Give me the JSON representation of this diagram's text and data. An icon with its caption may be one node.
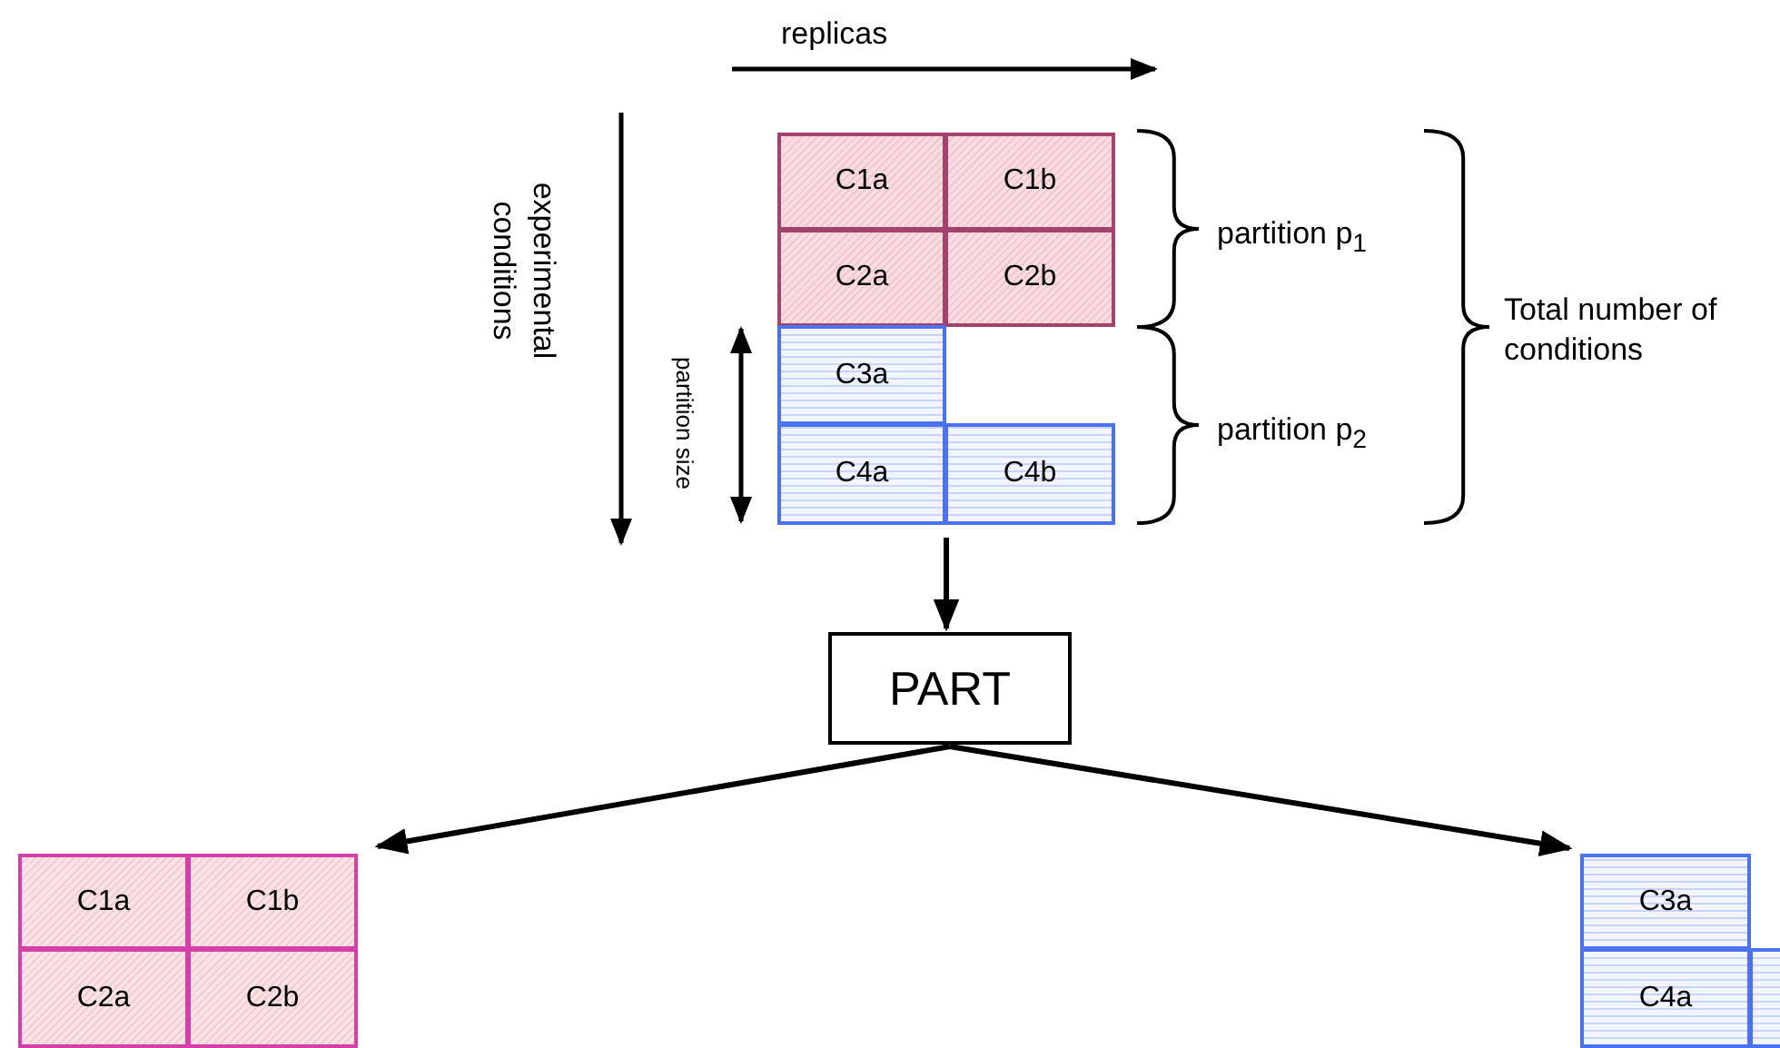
{
  "diagram": {
    "nodes": [
      {
        "text": [],
        "shape": "box"
      },
      {
        "text": [
          "C1a"
        ],
        "in": 0
      },
      {
        "text": [
          "C1b"
        ],
        "in": 0
      },
      {
        "text": [
          "C2a"
        ],
        "in": 0
      },
      {
        "text": [
          "C2b"
        ],
        "in": 0
      },
      {
        "text": [
          "C3a"
        ],
        "in": 0
      },
      {
        "text": [
          "C4a"
        ],
        "in": 0
      },
      {
        "text": [
          "C4b"
        ],
        "in": 0
      },
      {
        "text": [
          "PART"
        ]
      },
      {
        "text": [],
        "shape": "box"
      },
      {
        "text": [
          "C1a"
        ],
        "in": 9
      },
      {
        "text": [
          "C1b"
        ],
        "in": 9
      },
      {
        "text": [
          "C2a"
        ],
        "in": 9
      },
      {
        "text": [
          "C2b"
        ],
        "in": 9
      },
      {
        "text": [],
        "shape": "box"
      },
      {
        "text": [
          "C3a"
        ],
        "in": 14
      },
      {
        "text": [
          "C4a"
        ],
        "in": 14
      },
      {
        "text": [],
        "shape": "box"
      }
    ],
    "edges": [
      {
        "from": 0,
        "to": 8,
        "arrow": "to"
      },
      {
        "from": 8,
        "to": 9,
        "arrow": "to"
      },
      {
        "from": 8,
        "to": 14,
        "arrow": "to"
      }
    ],
    "labels": [
      "replicas",
      "experimental conditions",
      "partition p$_{1}$",
      "Total number of conditions",
      "partition size",
      "partition p$_{2}$"
    ]
  }
}
